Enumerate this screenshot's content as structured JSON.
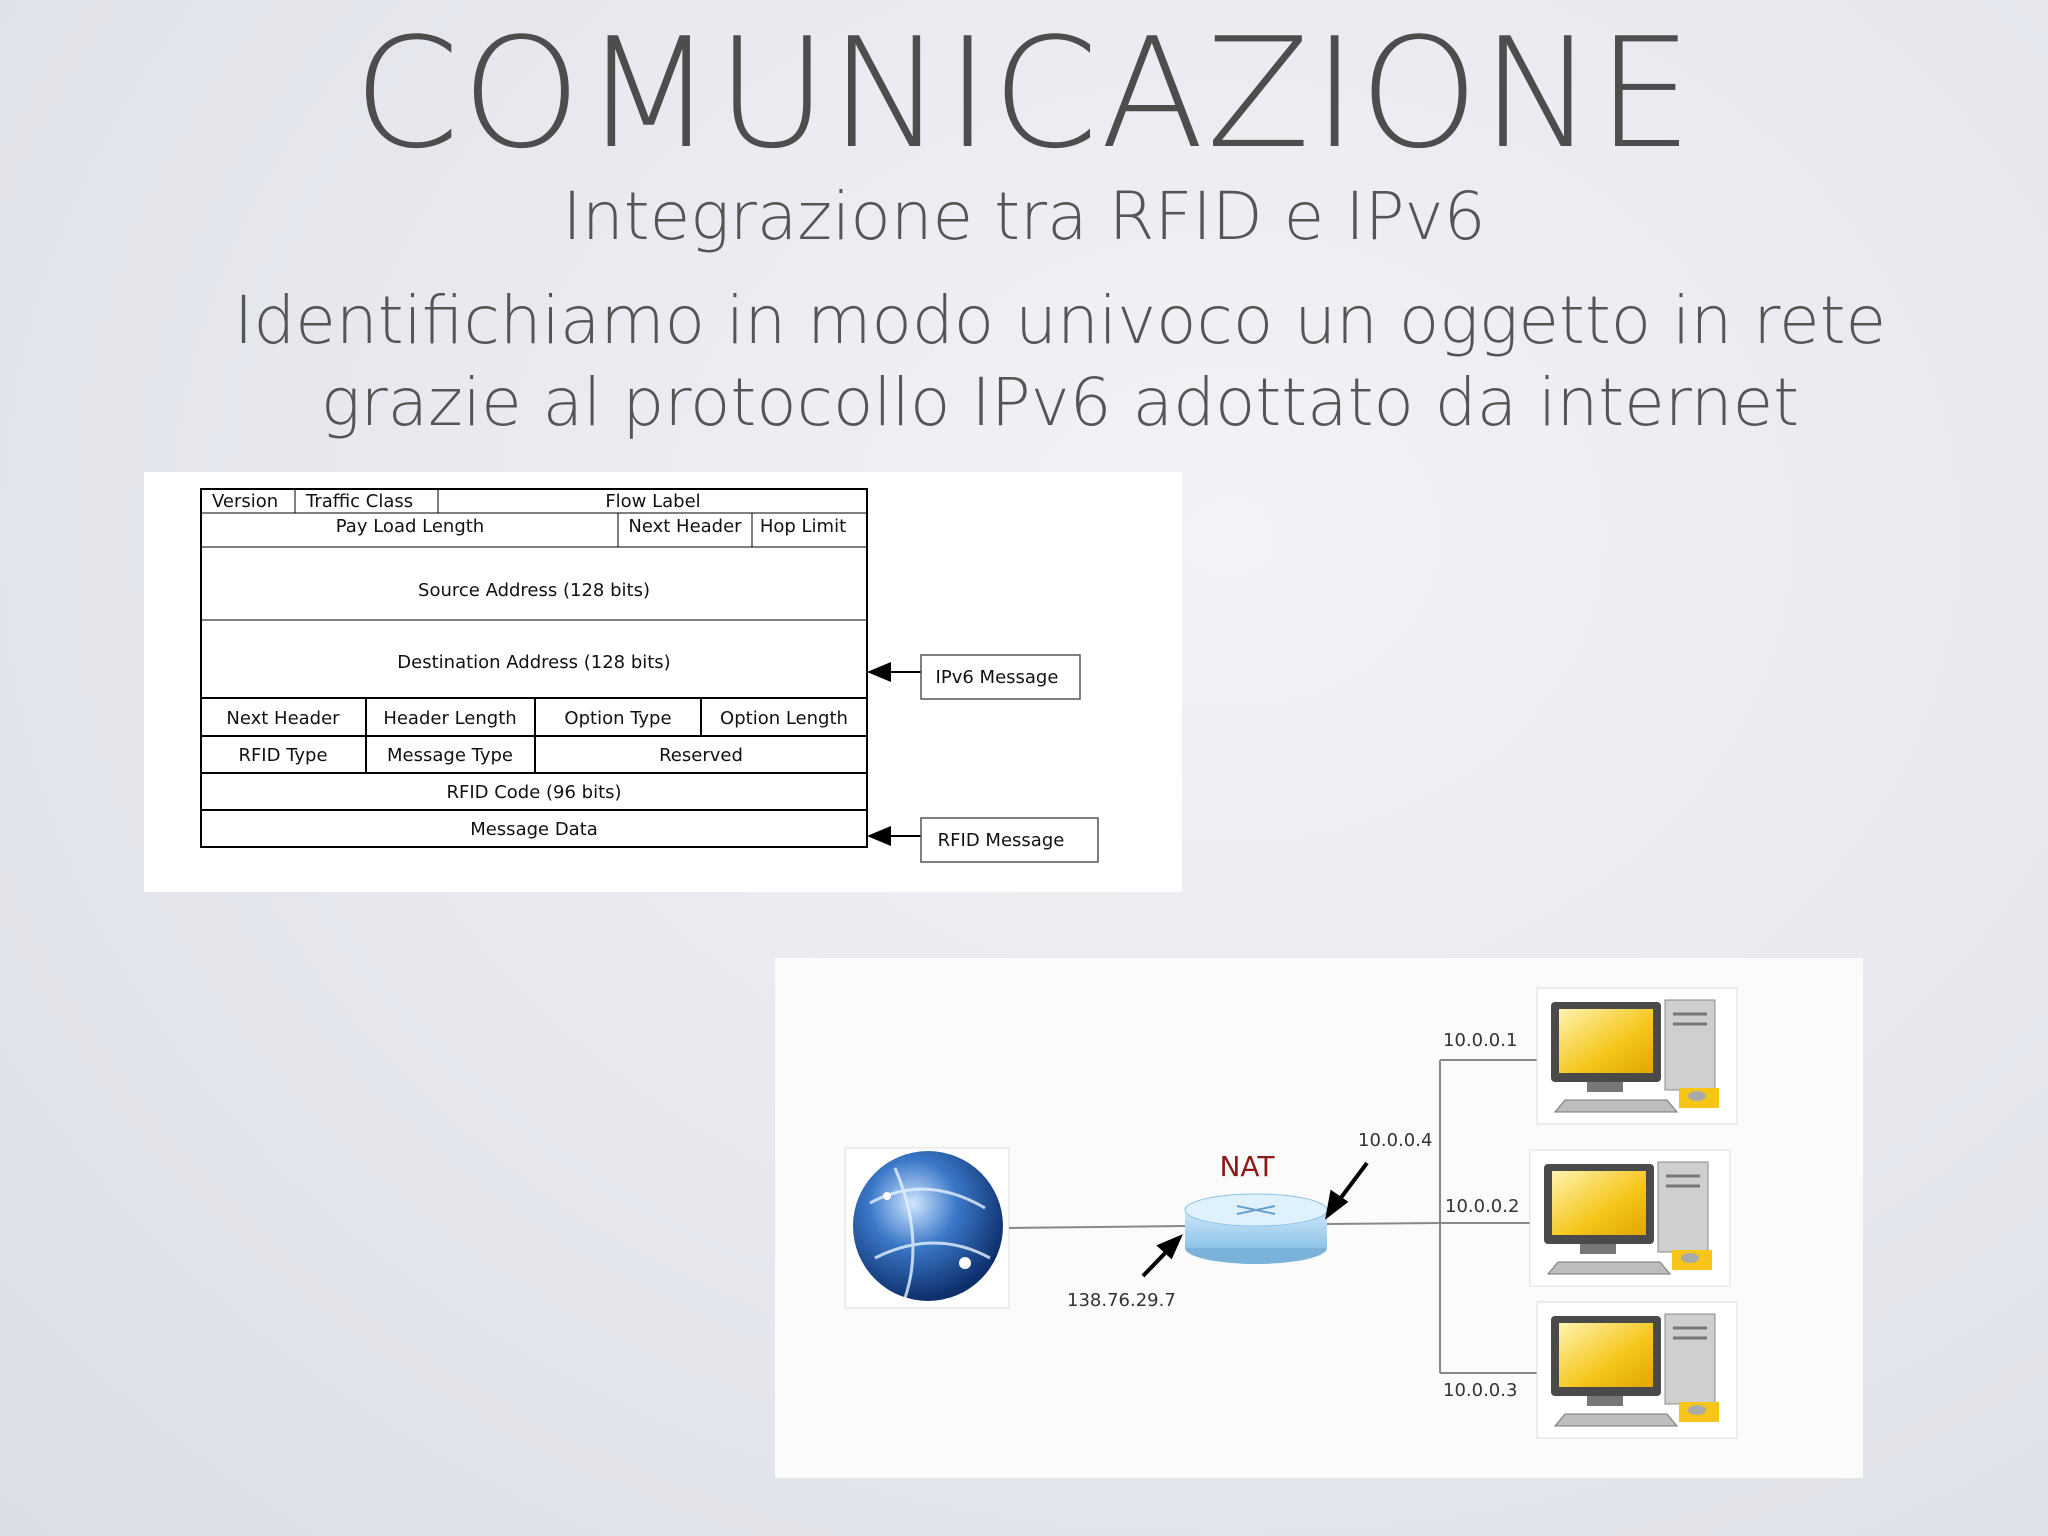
{
  "slide": {
    "title": "COMUNICAZIONE",
    "subtitle": "Integrazione tra RFID e IPv6",
    "body": "Identifichiamo in modo univoco un oggetto in rete grazie al protocollo IPv6 adottato da internet"
  },
  "ipv6_diagram": {
    "fields": {
      "version": "Version",
      "traffic_class": "Traffic Class",
      "flow_label": "Flow Label",
      "payload_length": "Pay Load Length",
      "next_header": "Next Header",
      "hop_limit": "Hop Limit",
      "source_address": "Source Address (128 bits)",
      "destination_address": "Destination Address (128 bits)",
      "ext_next_header": "Next Header",
      "header_length": "Header Length",
      "option_type": "Option Type",
      "option_length": "Option Length",
      "rfid_type": "RFID Type",
      "message_type": "Message Type",
      "reserved": "Reserved",
      "rfid_code": "RFID Code (96 bits)",
      "message_data": "Message Data"
    },
    "callouts": {
      "ipv6_message": "IPv6 Message",
      "rfid_message": "RFID Message"
    }
  },
  "nat_diagram": {
    "nat_label": "NAT",
    "public_ip": "138.76.29.7",
    "router_lan_ip": "10.0.0.4",
    "hosts": [
      {
        "ip": "10.0.0.1"
      },
      {
        "ip": "10.0.0.2"
      },
      {
        "ip": "10.0.0.3"
      }
    ],
    "colors": {
      "nat_label": "#8b1a1a",
      "router_fill": "#a8d4f0",
      "screen": "#f5c518"
    }
  }
}
